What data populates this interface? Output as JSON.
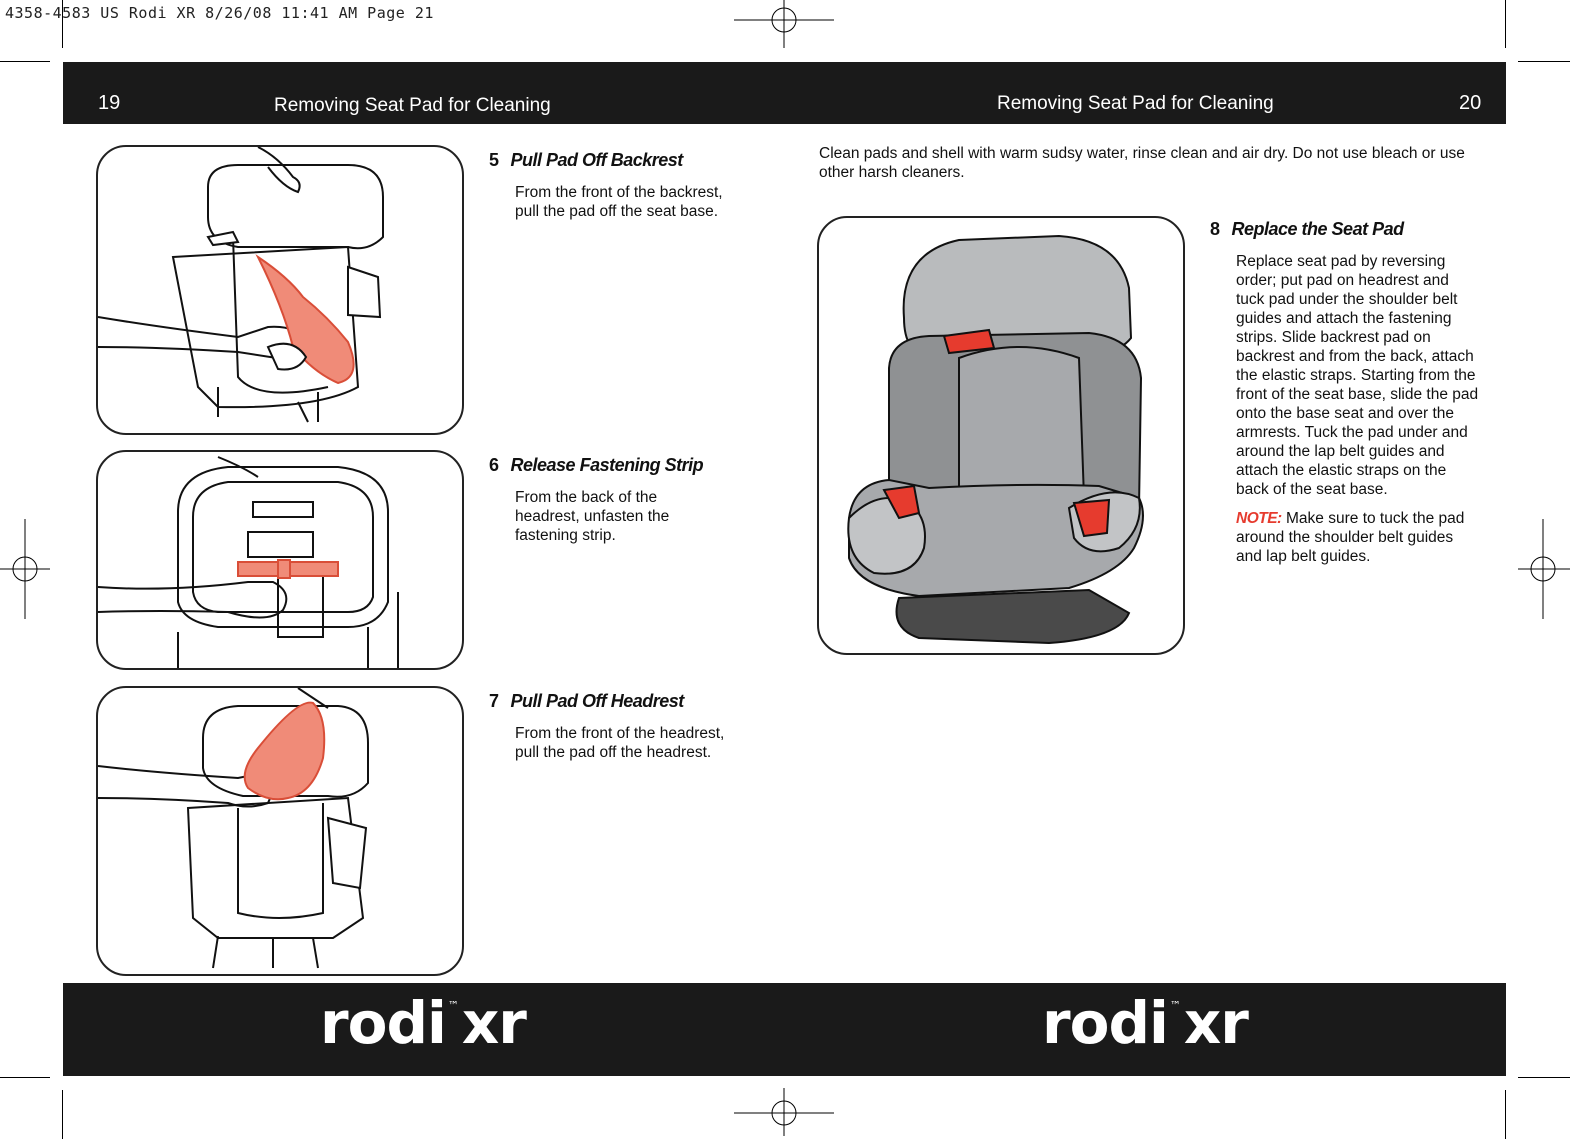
{
  "slug_line": "4358-4583 US Rodi XR  8/26/08  11:41 AM  Page 21",
  "left_page": {
    "page_number": "19",
    "header_title": "Removing Seat Pad for Cleaning",
    "steps": [
      {
        "number": "5",
        "title": "Pull Pad Off Backrest",
        "body": "From the front of the backrest, pull the pad off the seat base."
      },
      {
        "number": "6",
        "title": "Release Fastening Strip",
        "body": "From the back of the headrest, unfasten the fastening strip."
      },
      {
        "number": "7",
        "title": "Pull Pad Off Headrest",
        "body": "From the front of the headrest, pull the pad off the headrest."
      }
    ],
    "logo": {
      "name": "rodi",
      "tm": "™",
      "suffix": "xr"
    }
  },
  "right_page": {
    "page_number": "20",
    "header_title": "Removing Seat Pad for Cleaning",
    "intro": "Clean pads and shell with warm sudsy water, rinse clean and air dry.  Do not use bleach or use other harsh cleaners.",
    "step": {
      "number": "8",
      "title": "Replace the Seat Pad",
      "body": "Replace seat pad by reversing order; put pad on headrest and tuck pad under the shoulder belt guides and attach the fastening strips. Slide backrest pad on backrest and from the back, attach the elastic straps. Starting from the front of the seat base, slide the pad onto the base seat and over the armrests.  Tuck the pad under and around the lap belt guides and attach the elastic straps on the back of the seat base.",
      "note_label": "NOTE:",
      "note_text": " Make sure to tuck the pad around the shoulder belt guides and lap belt guides."
    },
    "logo": {
      "name": "rodi",
      "tm": "™",
      "suffix": "xr"
    }
  },
  "colors": {
    "bar": "#1a1a1a",
    "pad_highlight": "#f08b78",
    "accent_red": "#e63b2e",
    "seat_gray": "#a7a9ac",
    "seat_dark": "#8a8c8e"
  }
}
